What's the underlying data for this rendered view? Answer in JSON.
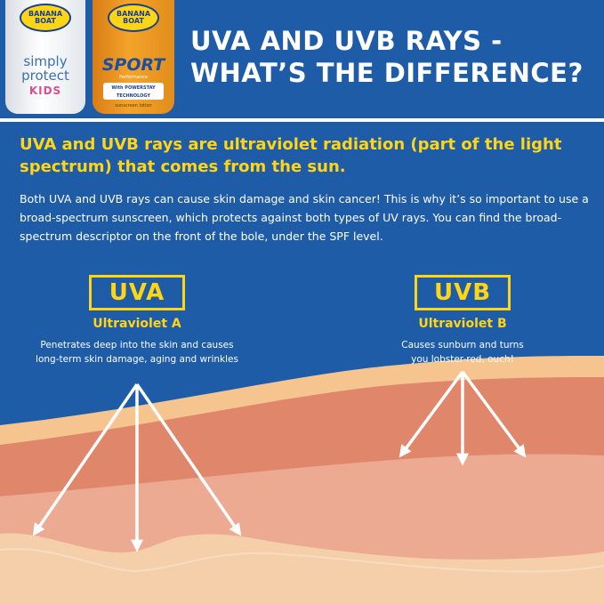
{
  "header": {
    "title_line1": "UVA AND UVB RAYS -",
    "title_line2": "WHAT’S THE DIFFERENCE?"
  },
  "products": [
    {
      "brand": "BANANA BOAT",
      "name_line1": "simply",
      "name_line2": "protect",
      "variant": "KIDS"
    },
    {
      "brand": "BANANA BOAT",
      "name": "SPORT",
      "sub": "Performance",
      "badge_line1": "With POWERSTAY",
      "badge_line2": "TECHNOLOGY",
      "type": "sunscreen lotion"
    }
  ],
  "intro": {
    "headline": "UVA and UVB rays are ultraviolet radiation (part of the light spectrum) that comes from the sun.",
    "body": "Both UVA and UVB rays can cause skin damage and skin cancer! This is why it’s so important to use a broad-spectrum sunscreen, which protects against both types of UV rays. You can find the broad-spectrum descriptor on the front of the bole, under the SPF level."
  },
  "uva": {
    "label": "UVA",
    "name": "Ultraviolet A",
    "desc_line1": "Penetrates deep into the skin and causes",
    "desc_line2": "long-term skin damage, aging and wrinkles"
  },
  "uvb": {
    "label": "UVB",
    "name": "Ultraviolet B",
    "desc_line1": "Causes sunburn and turns",
    "desc_line2": "you lobster-red, ouch!"
  },
  "colors": {
    "background": "#1e5ca8",
    "accent": "#ffd515",
    "skin_outer": "#f6c48e",
    "skin_middle": "#e0866b",
    "skin_deep": "#ecaa93",
    "skin_innermost": "#f4cfaa"
  }
}
